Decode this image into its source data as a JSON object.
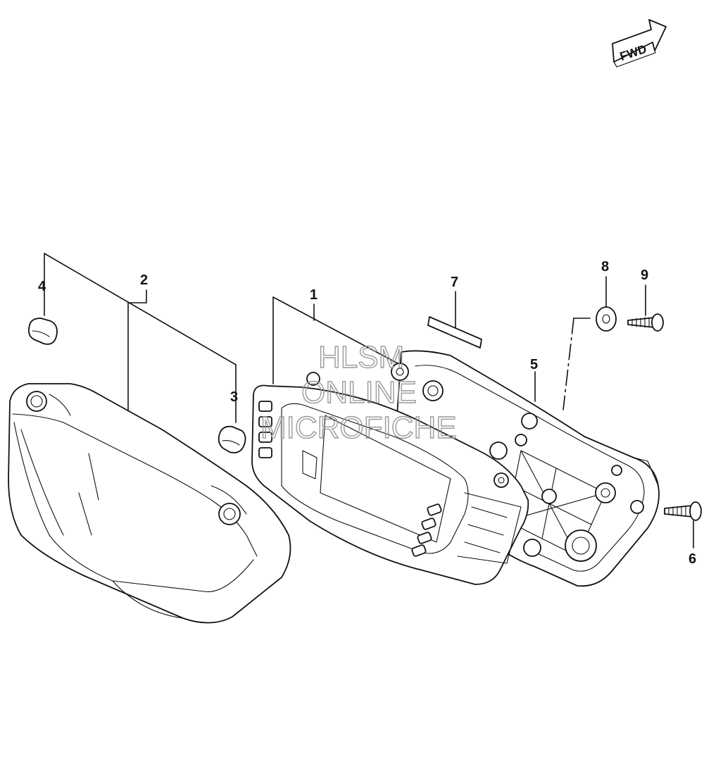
{
  "fwd_label": "FWD",
  "callouts": {
    "c1": "1",
    "c2": "2",
    "c3": "3",
    "c4": "4",
    "c5": "5",
    "c6": "6",
    "c7": "7",
    "c8": "8",
    "c9": "9"
  },
  "watermark": {
    "line1": "HLSM",
    "line2": "ONLINE",
    "line3": "MICROFICHE"
  }
}
